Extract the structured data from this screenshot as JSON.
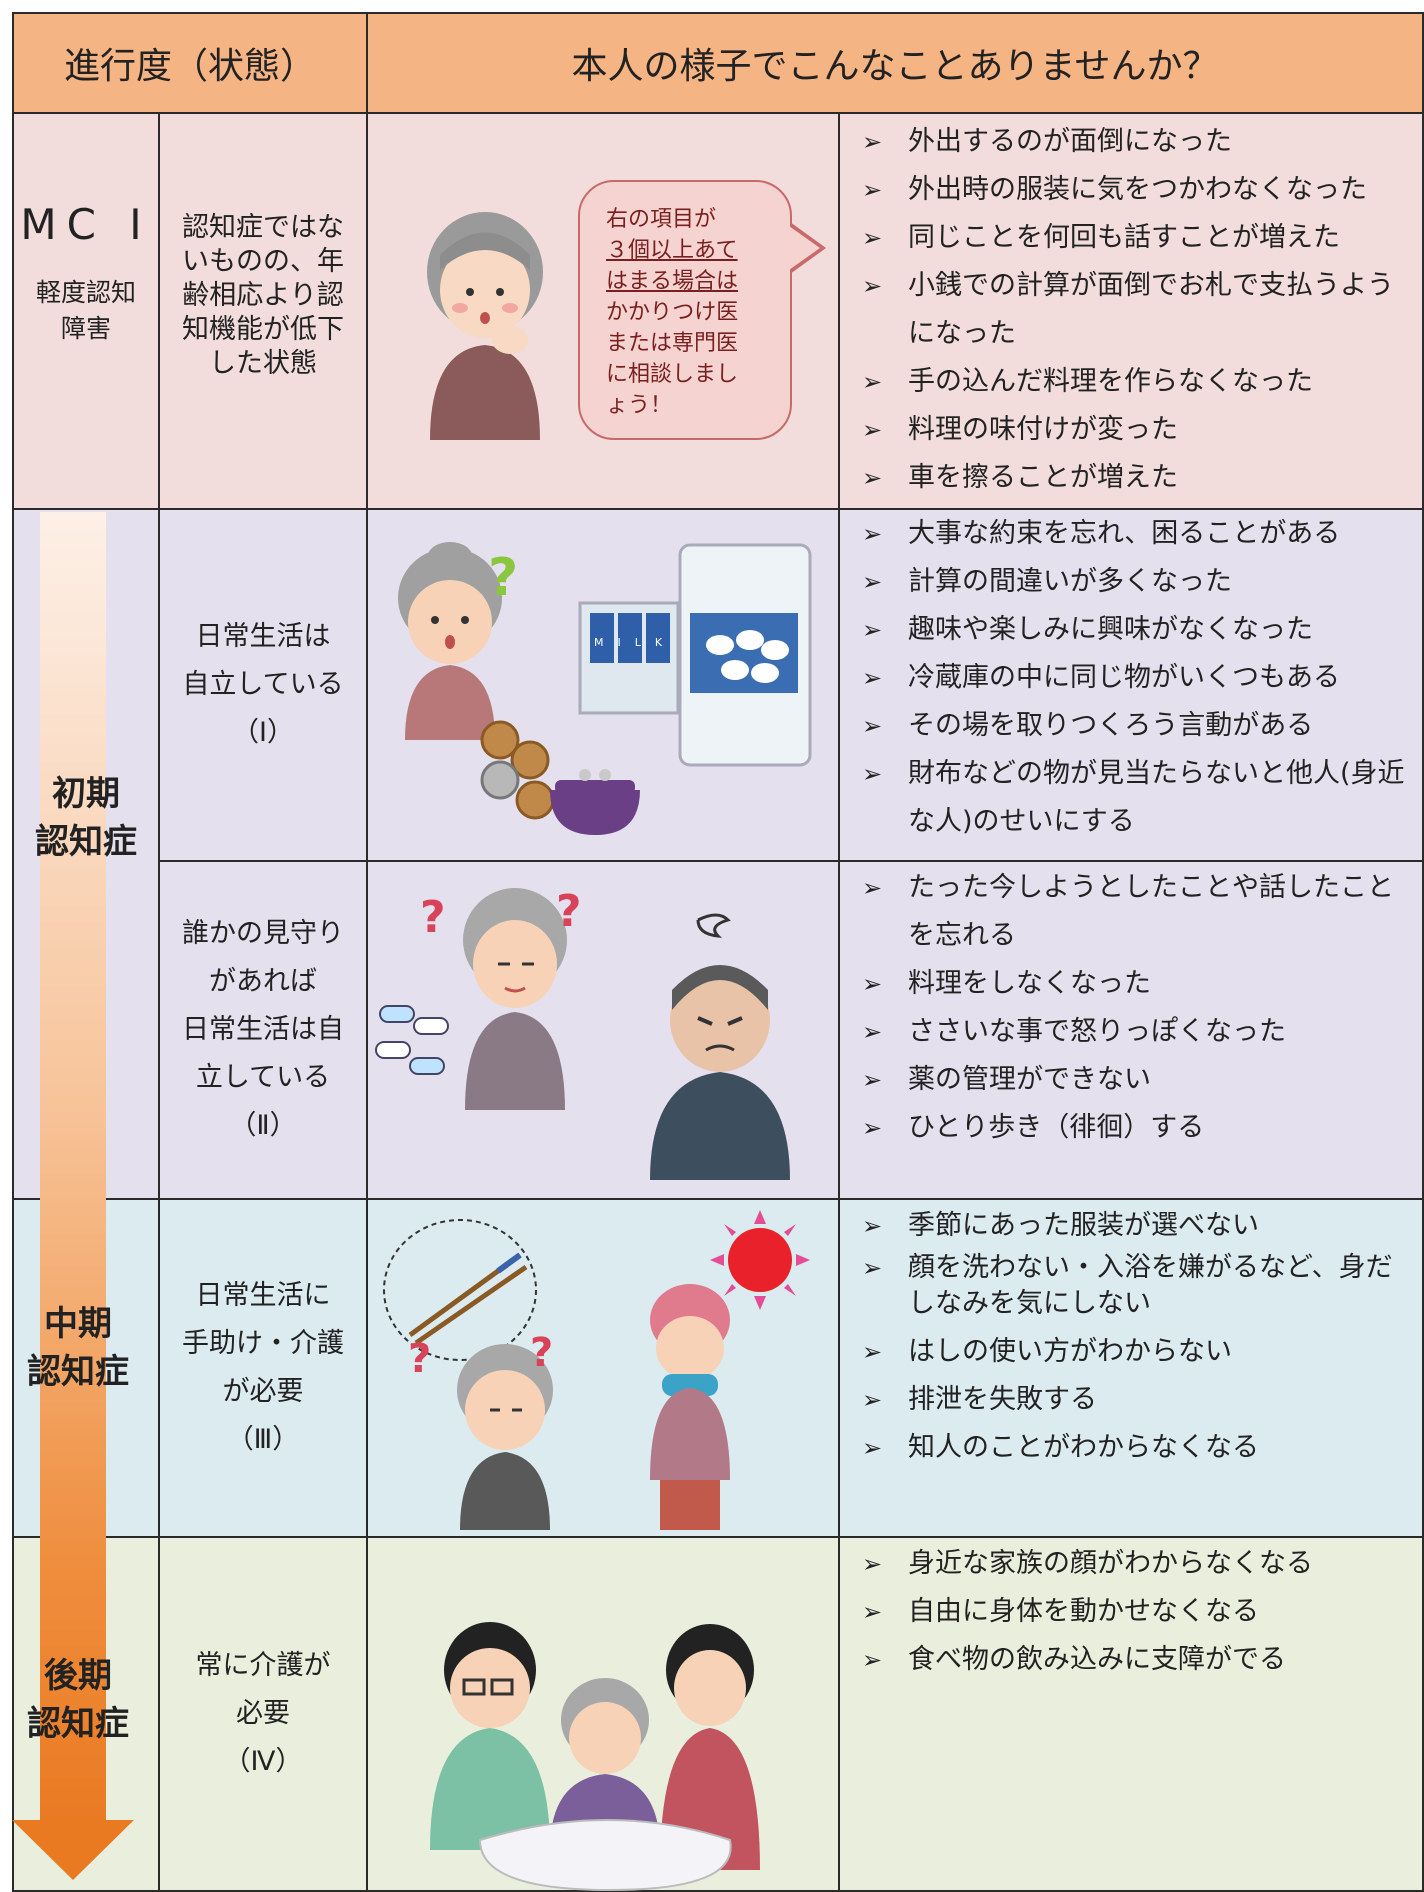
{
  "header": {
    "stage_col": "進行度（状態）",
    "symptom_col": "本人の様子でこんなことありませんか？"
  },
  "colors": {
    "header_bg": "#f4b483",
    "mci_bg": "#f2dcdc",
    "early_bg": "#e5e0ee",
    "middle_bg": "#dcebef",
    "late_bg": "#e9efdc",
    "arrow": "#ea7a22"
  },
  "mci": {
    "title": "MC I",
    "subtitle_line1": "軽度認知",
    "subtitle_line2": "障害",
    "state": [
      "認知症ではな",
      "いものの、年",
      "齢相応より認",
      "知機能が低下",
      "した状態"
    ],
    "bubble": {
      "line1": "右の項目が",
      "line2": "３個以上あて",
      "line3": "はまる場合は",
      "line4": "かかりつけ医",
      "line5": "または専門医",
      "line6": "に相談しまし",
      "line7": "ょう！"
    },
    "symptoms": [
      "外出するのが面倒になった",
      "外出時の服装に気をつかわなくなった",
      "同じことを何回も話すことが増えた",
      "小銭での計算が面倒でお札で支払うようになった",
      "手の込んだ料理を作らなくなった",
      "料理の味付けが変った",
      "車を擦ることが増えた"
    ]
  },
  "early": {
    "name_line1": "初期",
    "name_line2": "認知症",
    "stage1": {
      "state": [
        "日常生活は",
        "自立している",
        "（Ⅰ）"
      ],
      "symptoms": [
        "大事な約束を忘れ、困ることがある",
        "計算の間違いが多くなった",
        "趣味や楽しみに興味がなくなった",
        "冷蔵庫の中に同じ物がいくつもある",
        "その場を取りつくろう言動がある",
        "財布などの物が見当たらないと他人(身近な人)のせいにする"
      ],
      "milk_label": "MILK"
    },
    "stage2": {
      "state": [
        "誰かの見守り",
        "があれば",
        "日常生活は自",
        "立している",
        "（Ⅱ）"
      ],
      "symptoms": [
        "たった今しようとしたことや話したことを忘れる",
        "料理をしなくなった",
        "ささいな事で怒りっぽくなった",
        "薬の管理ができない",
        "ひとり歩き（徘徊）する"
      ]
    }
  },
  "middle": {
    "name_line1": "中期",
    "name_line2": "認知症",
    "state": [
      "日常生活に",
      "手助け・介護",
      "が必要",
      "（Ⅲ）"
    ],
    "symptoms": [
      "季節にあった服装が選べない",
      "顔を洗わない・入浴を嫌がるなど、身だしなみを気にしない",
      "はしの使い方がわからない",
      "排泄を失敗する",
      "知人のことがわからなくなる"
    ]
  },
  "late": {
    "name_line1": "後期",
    "name_line2": "認知症",
    "state": [
      "常に介護が",
      "必要",
      "（Ⅳ）"
    ],
    "symptoms": [
      "身近な家族の顔がわからなくなる",
      "自由に身体を動かせなくなる",
      "食べ物の飲み込みに支障がでる"
    ]
  },
  "icons": {
    "question_mark": "?"
  }
}
